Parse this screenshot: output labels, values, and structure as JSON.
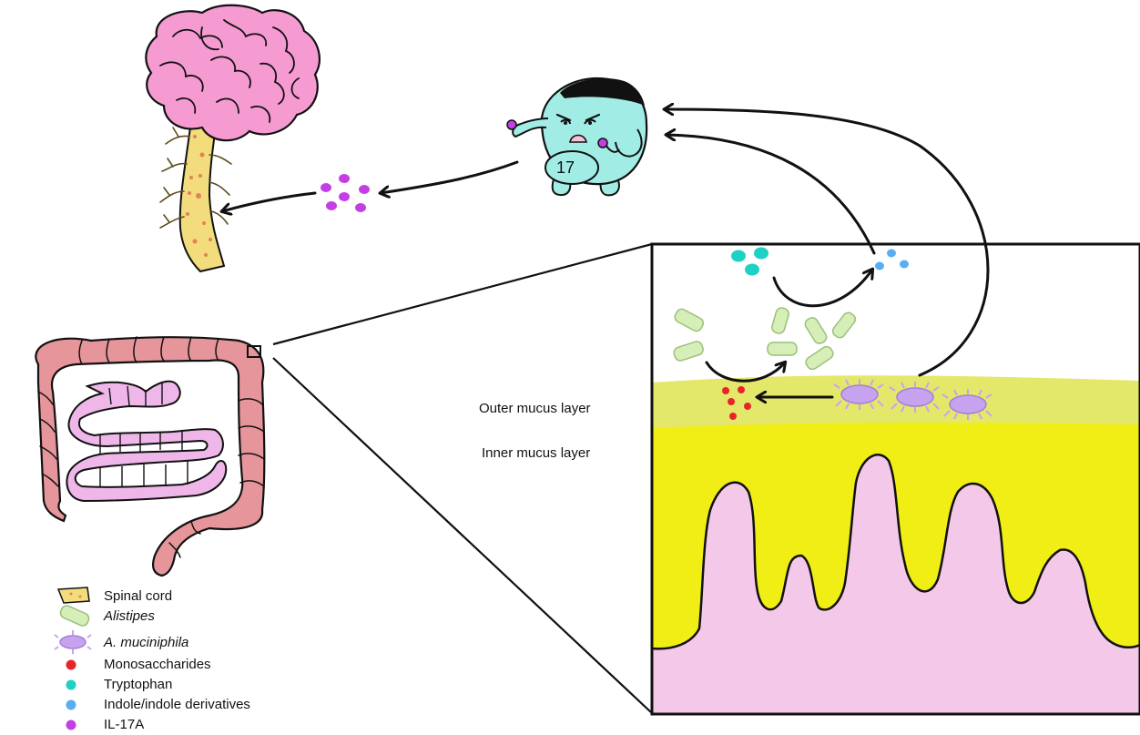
{
  "labels": {
    "outer_mucus": "Outer mucus layer",
    "inner_mucus": "Inner mucus layer",
    "cell_number": "17"
  },
  "legend": [
    {
      "label": "Spinal cord",
      "icon": "spinal-cord-icon",
      "italic": false
    },
    {
      "label": "Alistipes",
      "icon": "alistipes-icon",
      "italic": true
    },
    {
      "label": "A. muciniphila",
      "icon": "a-muciniphila-icon",
      "italic": true
    },
    {
      "label": "Monosaccharides",
      "icon": "dot-icon",
      "color": "#e8242a",
      "italic": false
    },
    {
      "label": "Tryptophan",
      "icon": "dot-icon",
      "color": "#1fd1c4",
      "italic": false
    },
    {
      "label": "Indole/indole derivatives",
      "icon": "dot-icon",
      "color": "#58aef0",
      "italic": false
    },
    {
      "label": "IL-17A",
      "icon": "dot-icon",
      "color": "#c43ee6",
      "italic": false
    }
  ],
  "colors": {
    "monosaccharides": "#e8242a",
    "tryptophan": "#1fd1c4",
    "indole": "#58aef0",
    "il17a": "#c43ee6",
    "outer_mucus": "#e4e86a",
    "inner_mucus": "#f0ee14",
    "villi": "#f4c8e8",
    "colon": "#e6959a",
    "small_intestine": "#efb6ea",
    "brain": "#f69ad2",
    "spinal_cord": "#f2dc7c",
    "cell_body": "#a2ece6",
    "alistipes": "#d6efb8",
    "muciniphila": "#c7a3ef"
  }
}
